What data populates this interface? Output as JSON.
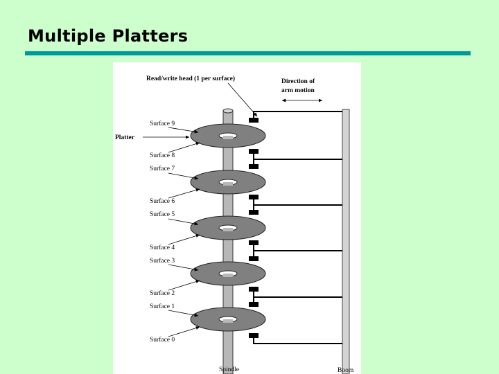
{
  "slide": {
    "title": "Multiple Platters"
  },
  "diagram": {
    "labels": {
      "read_write_head": "Read/write head (1 per surface)",
      "direction_line1": "Direction of",
      "direction_line2": "arm motion",
      "platter": "Platter",
      "spindle": "Spindle",
      "boom": "Boom"
    },
    "surfaces": [
      "Surface 9",
      "Surface 8",
      "Surface 7",
      "Surface 6",
      "Surface 5",
      "Surface 4",
      "Surface 3",
      "Surface 2",
      "Surface 1",
      "Surface 0"
    ],
    "colors": {
      "background": "#ccffcc",
      "title_rule": "#009999",
      "platter": "#808080",
      "spindle": "#b8b8b8",
      "boom": "#d4d4d4"
    }
  }
}
